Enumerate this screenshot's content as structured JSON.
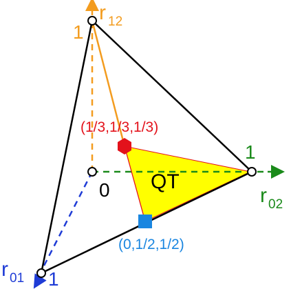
{
  "axes": {
    "r12": {
      "base": "r",
      "sub": "12",
      "tick": "1",
      "color": "#f39c1f"
    },
    "r02": {
      "base": "r",
      "sub": "02",
      "tick": "1",
      "color": "#1a8a1a"
    },
    "r01": {
      "base": "r",
      "sub": "01",
      "tick": "1",
      "color": "#1f3cd6"
    }
  },
  "origin_label": "0",
  "points": {
    "centroid": {
      "label": "(1/3,1/3,1/3)",
      "color": "#e3121b"
    },
    "midpoint": {
      "label": "(0,1/2,1/2)",
      "color": "#1a86e0"
    }
  },
  "region": {
    "label": "QT",
    "fill": "#ffff00",
    "edge": "#e3121b"
  },
  "edge_color": "#000000"
}
